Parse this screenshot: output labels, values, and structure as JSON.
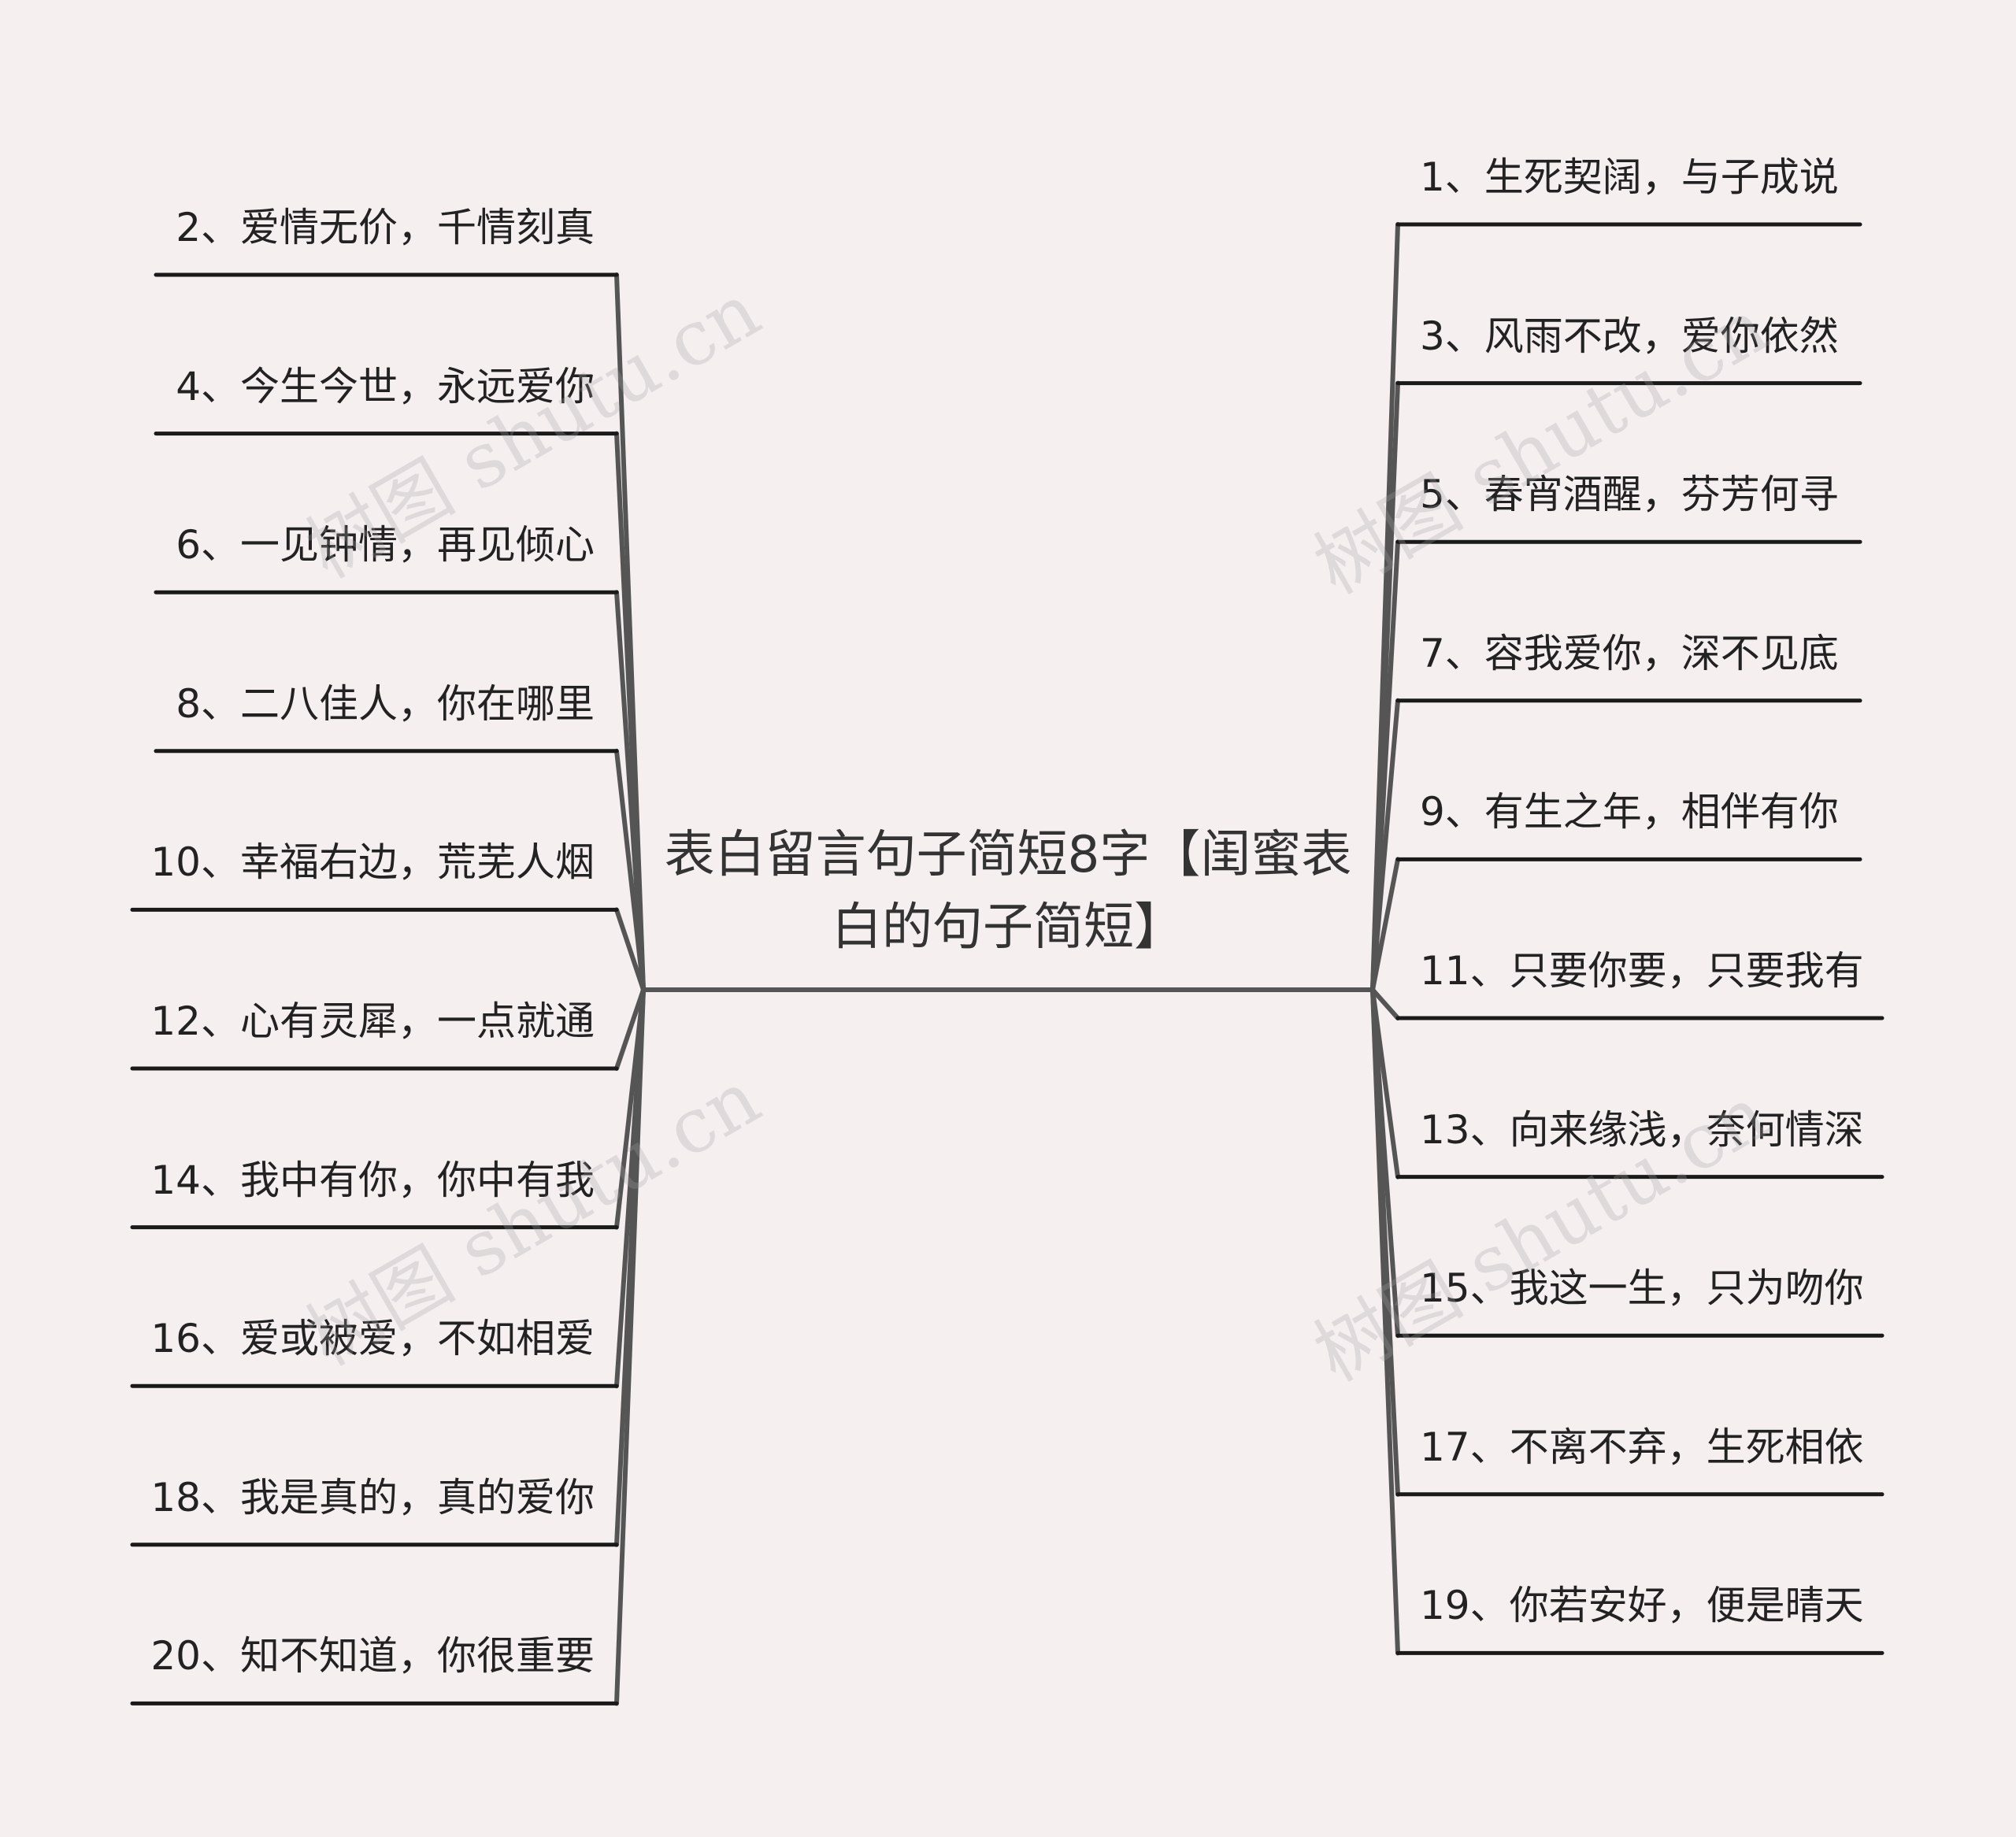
{
  "center": {
    "title": "表白留言句子简短8字【闺蜜表白的句子简短】"
  },
  "left_branches": [
    "2、爱情无价，千情刻真",
    "4、今生今世，永远爱你",
    "6、一见钟情，再见倾心",
    "8、二八佳人，你在哪里",
    "10、幸福右边，荒芜人烟",
    "12、心有灵犀，一点就通",
    "14、我中有你，你中有我",
    "16、爱或被爱，不如相爱",
    "18、我是真的，真的爱你",
    "20、知不知道，你很重要"
  ],
  "right_branches": [
    "1、生死契阔，与子成说",
    "3、风雨不改，爱你依然",
    "5、春宵酒醒，芬芳何寻",
    "7、容我爱你，深不见底",
    "9、有生之年，相伴有你",
    "11、只要你要，只要我有",
    "13、向来缘浅，奈何情深",
    "15、我这一生，只为吻你",
    "17、不离不弃，生死相依",
    "19、你若安好，便是晴天"
  ],
  "watermark": "树图 shutu.cn",
  "colors": {
    "background": "#f6eff0",
    "connector": "#555555",
    "underline": "#1a1a1a",
    "text": "#222222"
  }
}
